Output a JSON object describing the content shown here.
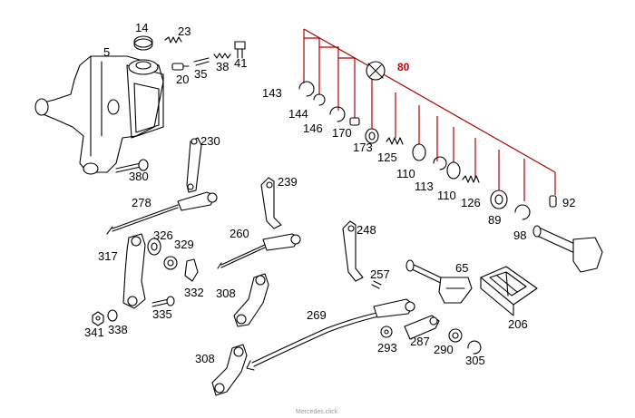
{
  "diagram": {
    "group_label": "80",
    "watermark": "Mercedes.click",
    "part_labels": {
      "p5": "5",
      "p14": "14",
      "p23": "23",
      "p20": "20",
      "p35": "35",
      "p38": "38",
      "p41": "41",
      "p143": "143",
      "p144": "144",
      "p146": "146",
      "p170": "170",
      "p173": "173",
      "p125": "125",
      "p110a": "110",
      "p113": "113",
      "p110b": "110",
      "p126": "126",
      "p89": "89",
      "p98": "98",
      "p92": "92",
      "p230": "230",
      "p380": "380",
      "p278": "278",
      "p239": "239",
      "p260": "260",
      "p248": "248",
      "p257": "257",
      "p317": "317",
      "p326": "326",
      "p329": "329",
      "p332": "332",
      "p335": "335",
      "p341": "341",
      "p338": "338",
      "p308a": "308",
      "p308b": "308",
      "p269": "269",
      "p65": "65",
      "p206": "206",
      "p293": "293",
      "p287": "287",
      "p290": "290",
      "p305": "305"
    }
  }
}
